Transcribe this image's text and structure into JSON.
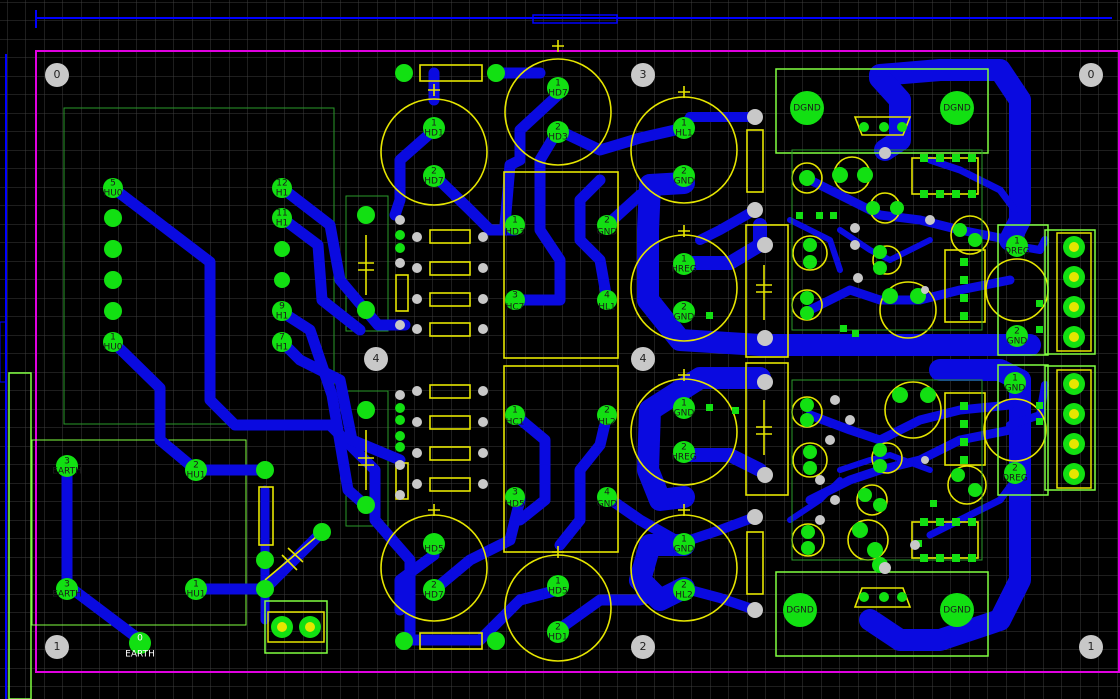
{
  "colors": {
    "background": "#000000",
    "grid": "#3a3a3a",
    "board_outline": "#e000e0",
    "ruler": "#0000ff",
    "trace": "#0a0ae0",
    "pad": "#12e012",
    "silk": "#e6e600",
    "courtyard": "#80ff40",
    "keepout": "#2a9a2a",
    "mount_hole": "#c8c8c8",
    "via": "#c8c8c8"
  },
  "mount_holes": {
    "top_left": "0",
    "top_right": "0",
    "bottom_left": "1",
    "bottom_right": "1",
    "top_mid": "3",
    "bottom_mid": "2",
    "left_mid": "4",
    "center_mid": "4"
  },
  "left_connector": {
    "col_left": [
      "5",
      "",
      "",
      "",
      "1"
    ],
    "col_left_net": [
      "HU0",
      "",
      "",
      "",
      "HU0"
    ],
    "col_right": [
      "12",
      "11",
      "",
      "9",
      "7"
    ],
    "col_right_net": [
      "H1",
      "H1",
      "",
      "H1",
      "H1"
    ]
  },
  "transformer": {
    "p1": "2",
    "p1_net": "HU1",
    "p2": "1",
    "p2_net": "HU1",
    "e1": "3",
    "e1_net": "EARTH",
    "e2": "3",
    "e2_net": "EARTH",
    "e3": "0",
    "e3_net": "EARTH"
  },
  "top_caps": {
    "c1_p1": "1",
    "c1_p1_net": "HD1",
    "c1_p2": "2",
    "c1_p2_net": "HD7",
    "c2_p1": "1",
    "c2_p1_net": "HD7",
    "c2_p2": "2",
    "c2_p2_net": "HD3"
  },
  "bottom_caps": {
    "c1_p1": "1",
    "c1_p1_net": "HD5",
    "c1_p2": "2",
    "c1_p2_net": "HD7",
    "c2_p1": "1",
    "c2_p1_net": "HD5",
    "c2_p2": "2",
    "c2_p2_net": "HD1"
  },
  "bridge_top": {
    "p1": "1",
    "p1_net": "HD3",
    "p2": "2",
    "p2_net": "GND",
    "p3": "3",
    "p3_net": "HC7",
    "p4": "4",
    "p4_net": "HL1"
  },
  "bridge_bottom": {
    "p1": "1",
    "p1_net": "HC1",
    "p2": "2",
    "p2_net": "HL2",
    "p3": "3",
    "p3_net": "HD5",
    "p4": "4",
    "p4_net": "GND"
  },
  "mid_caps_top": {
    "a_p1": "1",
    "a_p1_net": "HL1",
    "a_p2": "2",
    "a_p2_net": "GND",
    "b_p1": "1",
    "b_p1_net": "HREG",
    "b_p2": "2",
    "b_p2_net": "GND"
  },
  "mid_caps_bottom": {
    "a_p1": "1",
    "a_p1_net": "GND",
    "a_p2": "2",
    "a_p2_net": "HREG",
    "b_p1": "1",
    "b_p1_net": "GND",
    "b_p2": "2",
    "b_p2_net": "HL2"
  },
  "right": {
    "dgnd_tl": "DGND",
    "dgnd_tr": "DGND",
    "dgnd_bl": "DGND",
    "dgnd_br": "DGND",
    "cap_t1": "1",
    "cap_t1_net": "DREG",
    "cap_t2": "2",
    "cap_t2_net": "GND",
    "cap_b1": "1",
    "cap_b1_net": "GND",
    "cap_b2": "2",
    "cap_b2_net": "DREG"
  }
}
